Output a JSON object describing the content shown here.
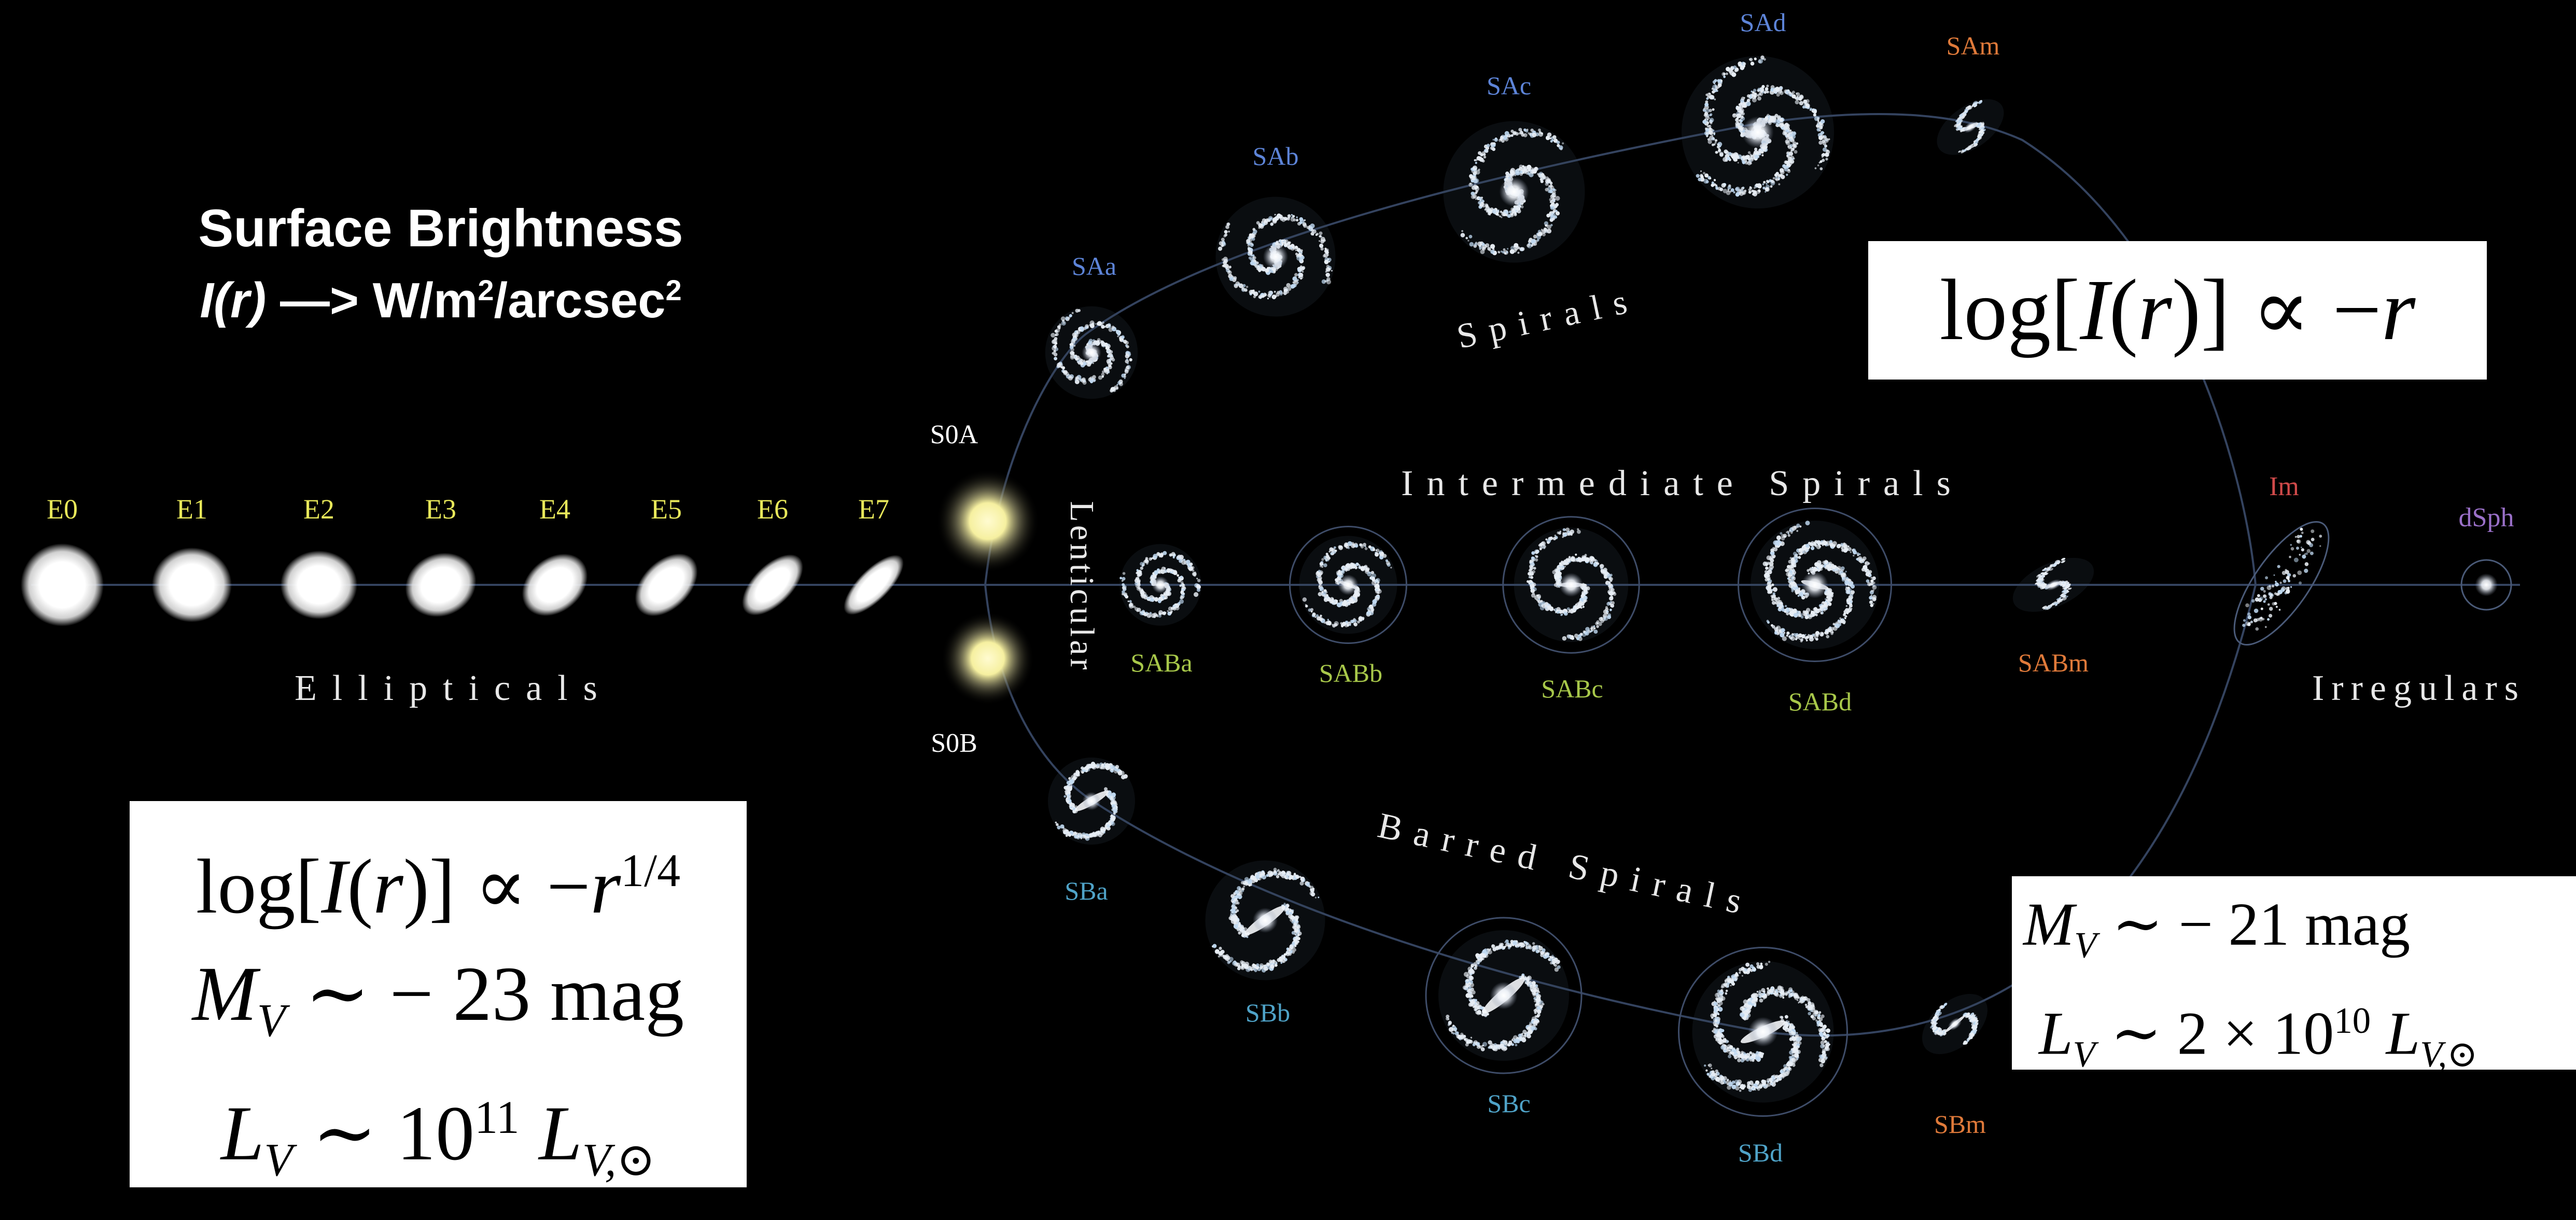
{
  "title": {
    "line1": "Surface Brightness",
    "line2_func": "I(r)",
    "line2_arrow": " —> ",
    "line2_unit_a": "W/m",
    "line2_unit_sup": "2",
    "line2_unit_b": "/arcsec",
    "line2_unit_sup2": "2"
  },
  "eq_disk": {
    "text_a": "log[",
    "text_b": "I",
    "text_c": "(",
    "text_d": "r",
    "text_e": ")] ∝ −",
    "text_f": "r"
  },
  "eq_elliptical": {
    "l1_a": "log[",
    "l1_b": "I",
    "l1_c": "(",
    "l1_d": "r",
    "l1_e": ")] ∝ −",
    "l1_f": "r",
    "l1_sup": "1/4",
    "l2_a": "M",
    "l2_sub": "V",
    "l2_b": " ∼  − 23 mag",
    "l3_a": "L",
    "l3_sub": "V",
    "l3_b": " ∼ 10",
    "l3_sup": "11",
    "l3_c": "  L",
    "l3_sub2": "V,⊙"
  },
  "eq_spiral": {
    "l1_a": "M",
    "l1_sub": "V",
    "l1_b": " ∼  − 21 mag",
    "l2_a": "L",
    "l2_sub": "V",
    "l2_b": " ∼ 2 × 10",
    "l2_sup": "10",
    "l2_c": "  L",
    "l2_sub2": "V,⊙"
  },
  "ellipticals": [
    "E0",
    "E1",
    "E2",
    "E3",
    "E4",
    "E5",
    "E6",
    "E7"
  ],
  "lenticular": {
    "top": "S0A",
    "bottom": "S0B"
  },
  "spirals": [
    "SAa",
    "SAb",
    "SAc",
    "SAd",
    "SAm"
  ],
  "intermediate": [
    "SABa",
    "SABb",
    "SABc",
    "SABd",
    "SABm"
  ],
  "barred": [
    "SBa",
    "SBb",
    "SBc",
    "SBd",
    "SBm"
  ],
  "irregulars": [
    "Im",
    "dSph"
  ],
  "group_labels": {
    "ellipticals": "Ellipticals",
    "lenticular": "Lenticular",
    "spirals": "Spirals",
    "intermediate": "Intermediate Spirals",
    "barred": "Barred Spirals",
    "irregulars": "Irregulars"
  },
  "colors": {
    "elliptical_label": "#e8e85a",
    "spiral_label": "#5d84d8",
    "late_label": "#e07a3a",
    "intermediate_label": "#a8c84a",
    "barred_label": "#4fa3c8",
    "im_label": "#d04a4a",
    "dsph_label": "#9a70c8",
    "track": "#3b4a66"
  }
}
